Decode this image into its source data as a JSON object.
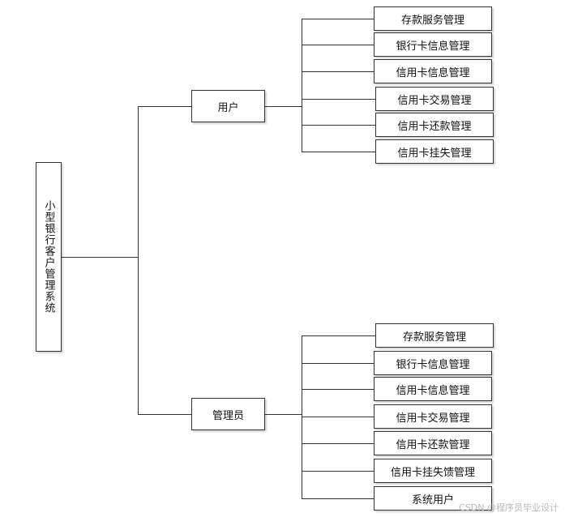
{
  "diagram": {
    "root": "小型银行客户管理系统",
    "branches": [
      {
        "label": "用户",
        "children": [
          "存款服务管理",
          "银行卡信息管理",
          "信用卡信息管理",
          "信用卡交易管理",
          "信用卡还款管理",
          "信用卡挂失管理"
        ]
      },
      {
        "label": "管理员",
        "children": [
          "存款服务管理",
          "银行卡信息管理",
          "信用卡信息管理",
          "信用卡交易管理",
          "信用卡还款管理",
          "信用卡挂失馈管理",
          "系统用户"
        ]
      }
    ]
  },
  "watermark": "CSDN @程序员毕业设计"
}
